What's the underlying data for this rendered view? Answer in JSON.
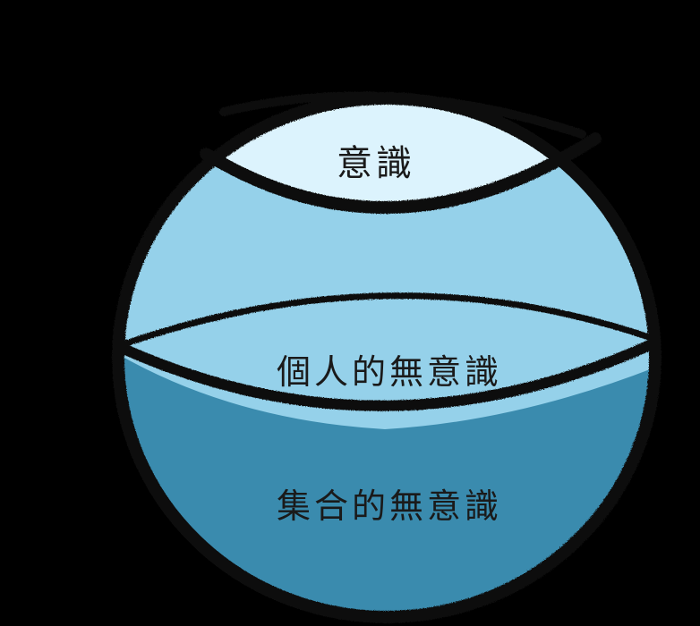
{
  "diagram": {
    "title": "",
    "type": "sphere-layers",
    "layers": [
      {
        "id": "conscious",
        "label": "意識",
        "color": "#dcf3fd"
      },
      {
        "id": "personal-unconscious",
        "label": "個人的無意識",
        "color": "#95d1ea"
      },
      {
        "id": "collective-unconscious",
        "label": "集合的無意識",
        "color": "#3a8bae"
      }
    ],
    "background": "#000000",
    "outline_color": "#0a0a0a"
  }
}
